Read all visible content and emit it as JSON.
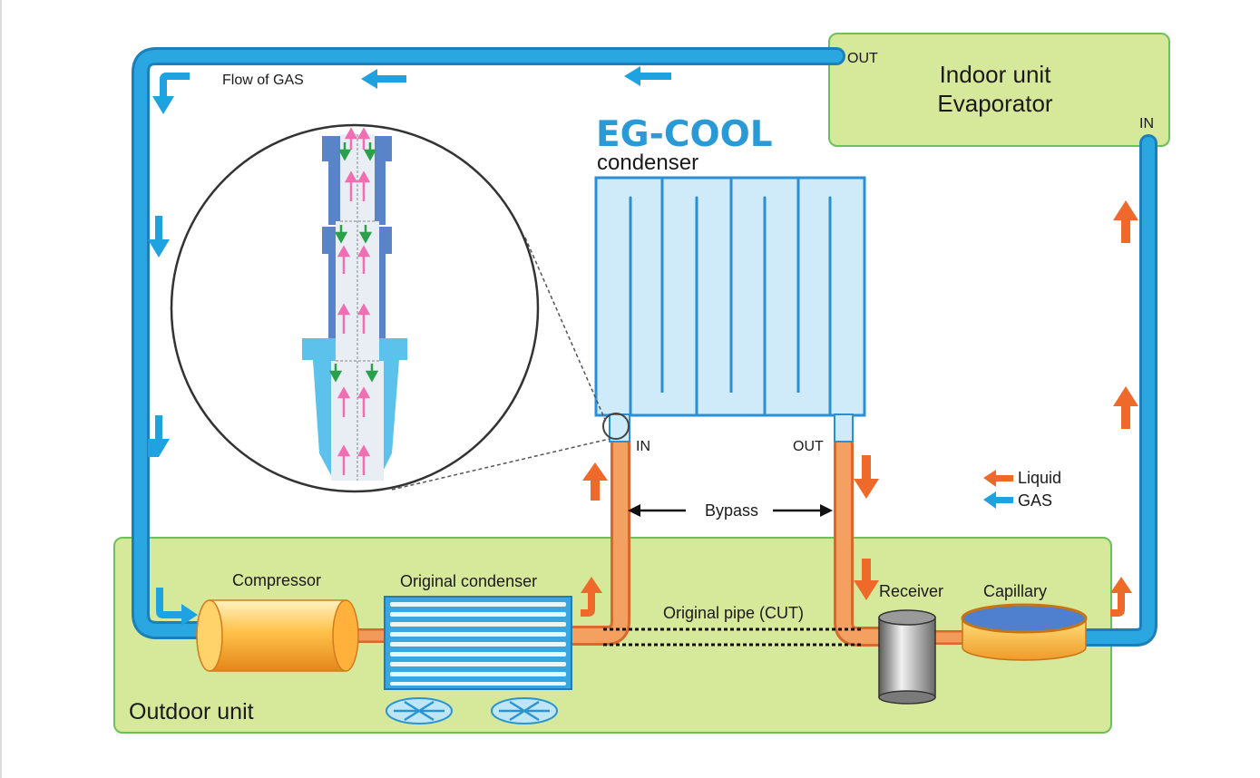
{
  "title": {
    "brand": "EG-COOL",
    "subtitle": "condenser"
  },
  "labels": {
    "flow_of_gas": "Flow of GAS",
    "indoor_unit_line1": "Indoor unit",
    "indoor_unit_line2": "Evaporator",
    "indoor_out": "OUT",
    "indoor_in": "IN",
    "condenser_in": "IN",
    "condenser_out": "OUT",
    "bypass": "Bypass",
    "compressor": "Compressor",
    "original_condenser": "Original condenser",
    "original_pipe": "Original pipe (CUT)",
    "receiver": "Receiver",
    "capillary": "Capillary",
    "outdoor_unit": "Outdoor unit"
  },
  "legend": {
    "liquid": "Liquid",
    "gas": "GAS"
  },
  "colors": {
    "gas": "#2aa6e0",
    "liquid": "#ee7d3f",
    "unit_fill": "#d6e89a",
    "unit_border": "#6dbf5a",
    "condenser_fill": "#cfeaf8",
    "condenser_border": "#2aa6e0",
    "brand": "#2a9ad6",
    "fitting_outer": "#5a84c8",
    "fitting_lower": "#5cc2ec",
    "pink_arrow": "#ef6fb2",
    "green_arrow": "#2aa04a"
  }
}
